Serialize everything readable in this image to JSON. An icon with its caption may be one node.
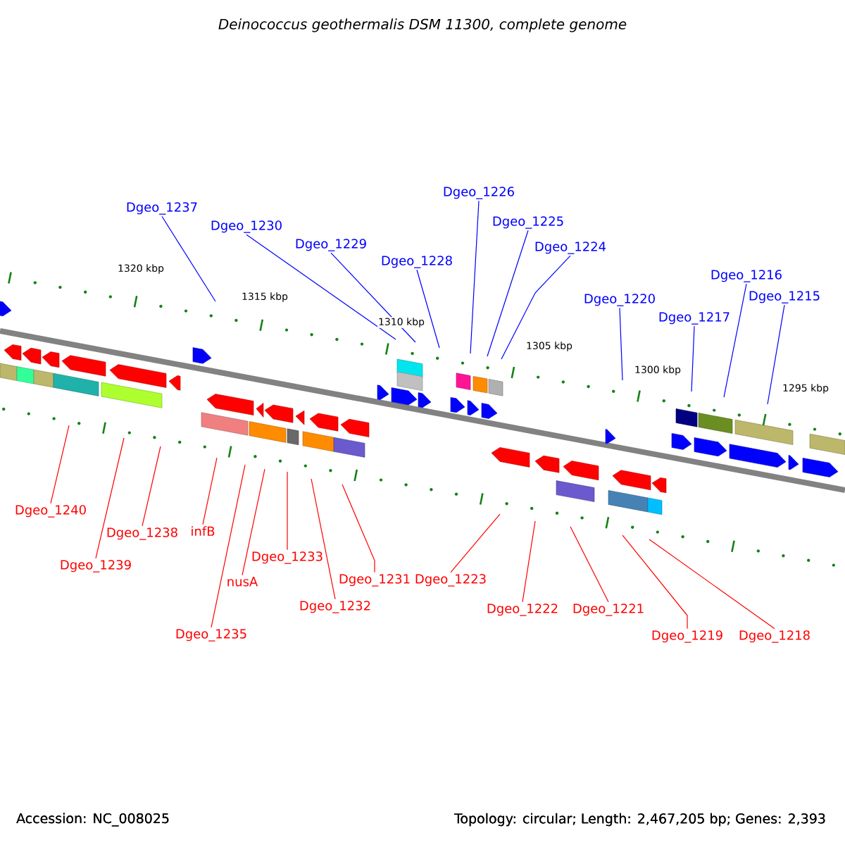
{
  "diagram": {
    "title": "Deinococcus geothermalis DSM 11300, complete genome",
    "nodes": [
      {
        "text": [
          "Dgeo_1237"
        ]
      },
      {
        "text": [
          "Dgeo_1230"
        ]
      },
      {
        "text": [
          "Dgeo_1229"
        ]
      },
      {
        "text": [
          "Dgeo_1228"
        ]
      },
      {
        "text": [
          "Dgeo_1226"
        ]
      },
      {
        "text": [
          "Dgeo_1225"
        ]
      },
      {
        "text": [
          "Dgeo_1224"
        ]
      },
      {
        "text": [
          "Dgeo_1220"
        ]
      },
      {
        "text": [
          "Dgeo_1217"
        ]
      },
      {
        "text": [
          "Dgeo_1216"
        ]
      },
      {
        "text": [
          "Dgeo_1215"
        ]
      },
      {
        "text": [
          "Dgeo_1240"
        ]
      },
      {
        "text": [
          "Dgeo_1239"
        ]
      },
      {
        "text": [
          "Dgeo_1238"
        ]
      },
      {
        "text": [
          "infB"
        ]
      },
      {
        "text": [
          "Dgeo_1235"
        ]
      },
      {
        "text": [
          "nusA"
        ]
      },
      {
        "text": [
          "Dgeo_1233"
        ]
      },
      {
        "text": [
          "Dgeo_1232"
        ]
      },
      {
        "text": [
          "Dgeo_1231"
        ]
      },
      {
        "text": [
          "Dgeo_1223"
        ]
      },
      {
        "text": [
          "Dgeo_1222"
        ]
      },
      {
        "text": [
          "Dgeo_1221"
        ]
      },
      {
        "text": [
          "Dgeo_1219"
        ]
      },
      {
        "text": [
          "Dgeo_1218"
        ]
      }
    ],
    "edges": [
      {
        "from": 0,
        "to": null,
        "arrow": "none",
        "color": "#0000ff"
      },
      {
        "from": 1,
        "to": null,
        "arrow": "none",
        "color": "#0000ff"
      },
      {
        "from": 2,
        "to": null,
        "arrow": "none",
        "color": "#0000ff"
      },
      {
        "from": 3,
        "to": null,
        "arrow": "none",
        "color": "#0000ff"
      },
      {
        "from": 4,
        "to": null,
        "arrow": "none",
        "color": "#0000ff"
      },
      {
        "from": 5,
        "to": null,
        "arrow": "none",
        "color": "#0000ff"
      },
      {
        "from": 6,
        "to": null,
        "arrow": "none",
        "color": "#0000ff"
      },
      {
        "from": 7,
        "to": null,
        "arrow": "none",
        "color": "#0000ff"
      },
      {
        "from": 8,
        "to": null,
        "arrow": "none",
        "color": "#0000ff"
      },
      {
        "from": 9,
        "to": null,
        "arrow": "none",
        "color": "#0000ff"
      },
      {
        "from": 10,
        "to": null,
        "arrow": "none",
        "color": "#0000ff"
      },
      {
        "from": 11,
        "to": null,
        "arrow": "none"
      },
      {
        "from": 12,
        "to": null,
        "arrow": "none"
      },
      {
        "from": 13,
        "to": null,
        "arrow": "none"
      },
      {
        "from": 14,
        "to": null,
        "arrow": "none"
      },
      {
        "from": 15,
        "to": null,
        "arrow": "none"
      },
      {
        "from": 16,
        "to": null,
        "arrow": "none"
      },
      {
        "from": 17,
        "to": null,
        "arrow": "none"
      },
      {
        "from": 18,
        "to": null,
        "arrow": "none"
      },
      {
        "from": 19,
        "to": null,
        "arrow": "none"
      },
      {
        "from": 20,
        "to": null,
        "arrow": "none"
      },
      {
        "from": 21,
        "to": null,
        "arrow": "none"
      },
      {
        "from": 22,
        "to": null,
        "arrow": "none"
      },
      {
        "from": 23,
        "to": null,
        "arrow": "none"
      },
      {
        "from": 24,
        "to": null,
        "arrow": "none"
      }
    ],
    "labels": [
      "1320 kbp",
      "1315 kbp",
      "1310 kbp",
      "1305 kbp",
      "1300 kbp",
      "1295 kbp",
      "Accession: NC_008025",
      "Topology: circular; Length: 2,467,205 bp; Genes: 2,393"
    ]
  }
}
